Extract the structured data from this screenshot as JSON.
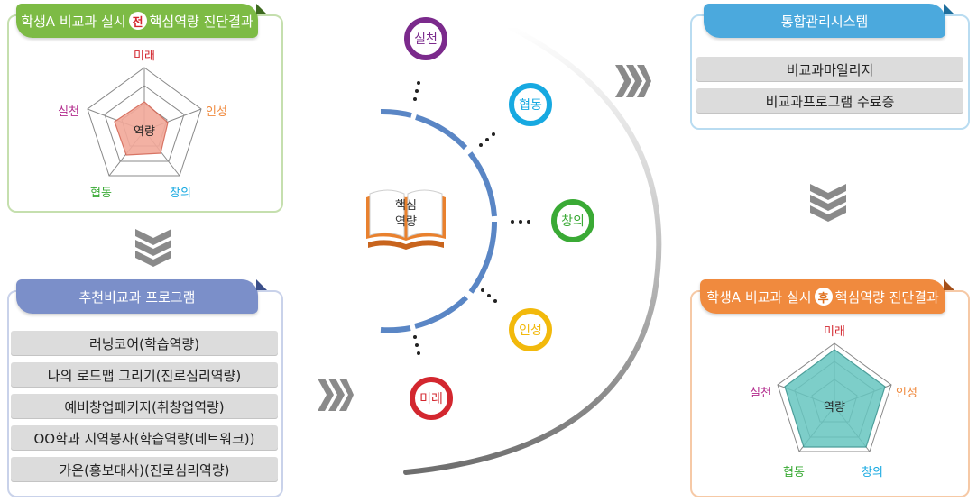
{
  "before_panel": {
    "title_prefix": "학생A 비교과 실시",
    "title_badge": "전",
    "title_suffix": "핵심역량 진단결과",
    "accent": "#7dbb45"
  },
  "after_panel": {
    "title_prefix": "학생A 비교과 실시",
    "title_badge": "후",
    "title_suffix": "핵심역량 진단결과",
    "accent": "#f08a3e"
  },
  "radar_labels": {
    "top": "미래",
    "right": "인성",
    "bottom_right": "창의",
    "bottom_left": "협동",
    "left": "실천",
    "center": "역량"
  },
  "programs_panel": {
    "title": "추천비교과 프로그램",
    "accent": "#7b8fc9",
    "items": [
      "러닝코어(학습역량)",
      "나의 로드맵 그리기(진로심리역량)",
      "예비창업패키지(취창업역량)",
      "OO학과 지역봉사(학습역량(네트워크))",
      "가온(홍보대사)(진로심리역량)"
    ]
  },
  "system_panel": {
    "title": "통합관리시스템",
    "accent": "#4ba9dd",
    "items": [
      "비교과마일리지",
      "비교과프로그램 수료증"
    ]
  },
  "center": {
    "book_label_line1": "핵심",
    "book_label_line2": "역량",
    "competencies": [
      {
        "label": "실천",
        "color": "#7b2a8c"
      },
      {
        "label": "협동",
        "color": "#17a9e1"
      },
      {
        "label": "창의",
        "color": "#3aaa35"
      },
      {
        "label": "인성",
        "color": "#f2b90c"
      },
      {
        "label": "미래",
        "color": "#d3272f"
      }
    ]
  },
  "colors": {
    "arc_blue": "#5a86c5",
    "label_miral": "#d3272f",
    "label_inseong": "#f08a3e",
    "label_changui": "#17a9e1",
    "label_hyeopdong": "#3aaa35",
    "label_silcheon": "#b22a8c"
  }
}
